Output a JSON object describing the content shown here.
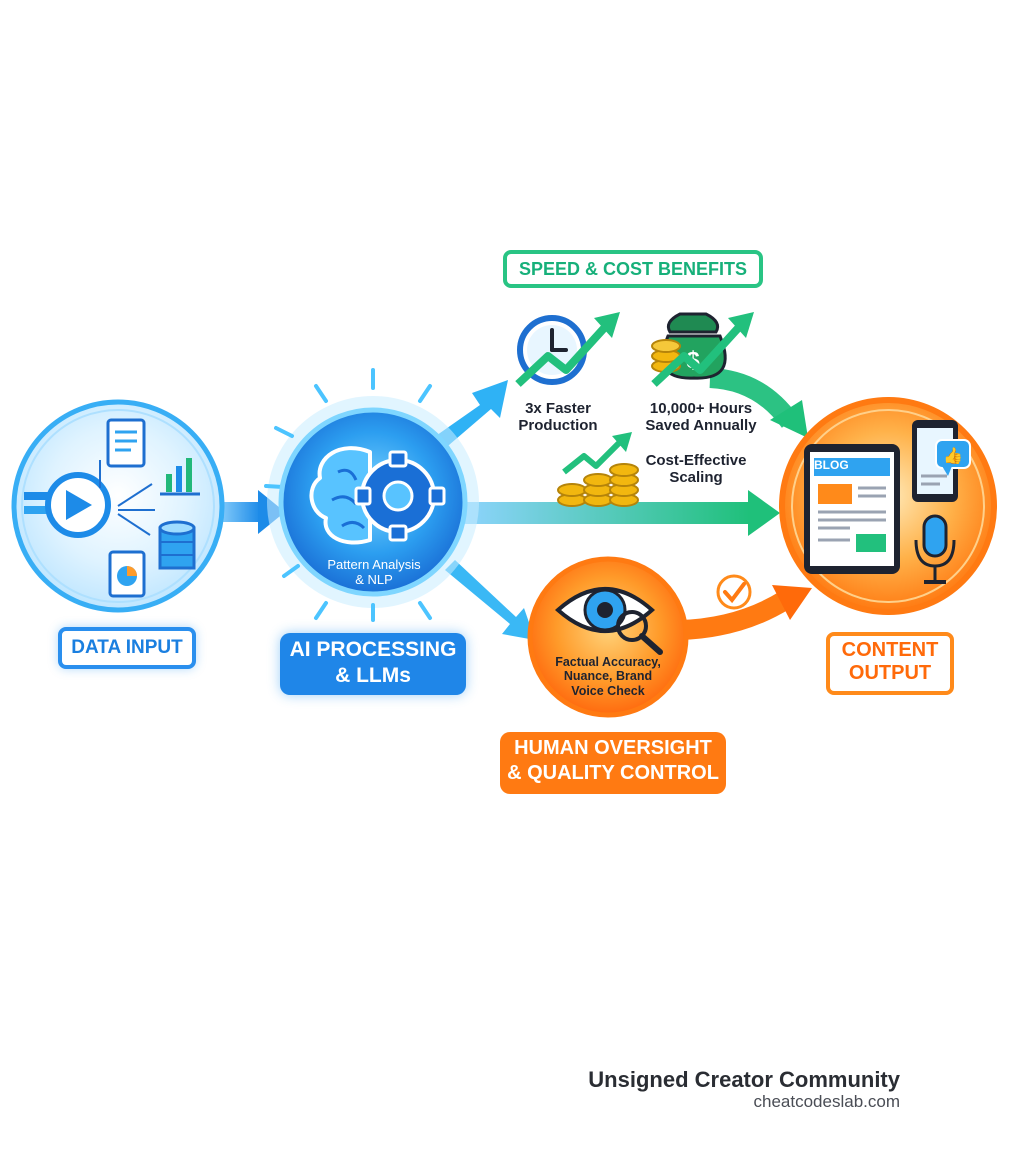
{
  "stages": {
    "data_input": {
      "label": "DATA INPUT"
    },
    "ai_processing": {
      "label_line1": "AI PROCESSING",
      "label_line2": "& LLMs",
      "inner_line1": "Pattern Analysis",
      "inner_line2": "& NLP"
    },
    "human_oversight": {
      "label_line1": "HUMAN OVERSIGHT",
      "label_line2": "& QUALITY CONTROL",
      "inner_line1": "Factual Accuracy,",
      "inner_line2": "Nuance, Brand",
      "inner_line3": "Voice Check"
    },
    "content_output": {
      "label_line1": "CONTENT",
      "label_line2": "OUTPUT",
      "blog_label": "BLOG"
    }
  },
  "benefits": {
    "title": "SPEED & COST BENEFITS",
    "items": [
      {
        "line1": "3x Faster",
        "line2": "Production"
      },
      {
        "line1": "10,000+ Hours",
        "line2": "Saved Annually"
      },
      {
        "line1": "Cost-Effective",
        "line2": "Scaling"
      }
    ]
  },
  "footer": {
    "brand": "Unsigned Creator Community",
    "url": "cheatcodeslab.com"
  },
  "colors": {
    "blue": "#1f86e8",
    "cyan": "#38b8ff",
    "green": "#22c07d",
    "orange": "#ff7a12",
    "gold": "#f2b70f"
  },
  "icons": [
    "arrow-in-icon",
    "document-icon",
    "bar-chart-icon",
    "database-icon",
    "pie-report-icon",
    "brain-icon",
    "gear-icon",
    "clock-icon",
    "money-bag-icon",
    "coin-stack-icon",
    "eye-icon",
    "magnifier-icon",
    "checkmark-icon",
    "tablet-icon",
    "phone-icon",
    "like-bubble-icon",
    "microphone-icon"
  ]
}
